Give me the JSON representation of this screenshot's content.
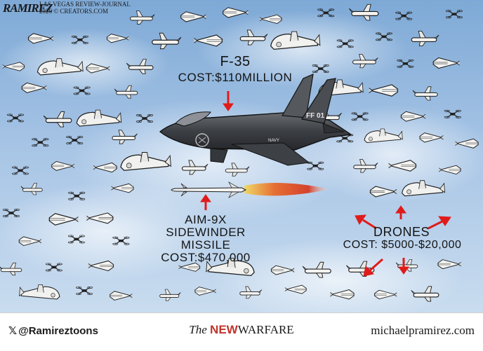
{
  "credit": {
    "signature": "RAMIREZ",
    "line1": "LAS VEGAS REVIEW-JOURNAL",
    "line2": "2026 © CREATORS.COM"
  },
  "labels": {
    "f35_title": "F-35",
    "f35_cost": "COST:$110MILLION",
    "missile_line1": "AIM-9X",
    "missile_line2": "SIDEWINDER",
    "missile_line3": "MISSILE",
    "missile_cost": "COST:$470,000",
    "drones_title": "DRONES",
    "drones_cost": "COST: $5000-$20,000"
  },
  "jet_markings": {
    "tail_code": "FF 01",
    "fuselage": "NAVY"
  },
  "footer": {
    "handle": "@Ramireztoons",
    "title_the": "The",
    "title_new": "NEW",
    "title_rest": "WARFARE",
    "website": "michaelpramirez.com"
  },
  "colors": {
    "arrow_red": "#e01b1b",
    "sky": "#8fb4d9",
    "title_new": "#c0342b"
  },
  "icons": {
    "x_logo": "x-logo-icon"
  }
}
